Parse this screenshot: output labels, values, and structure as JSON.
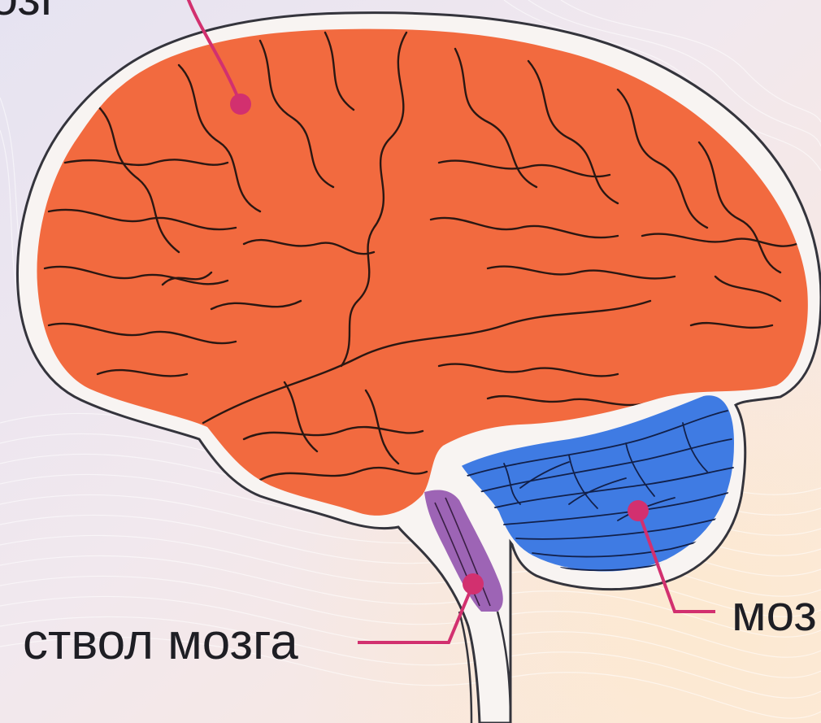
{
  "labels": {
    "top_partial": "мозг",
    "brainstem": "ствол мозга",
    "cerebellum_partial": "моз"
  },
  "colors": {
    "cerebrum": "#f26a3f",
    "cerebellum": "#3f7be3",
    "brainstem": "#9d64b5",
    "outline": "#34343c",
    "pointer": "#d2306f",
    "background_warm": "#fbe6d9",
    "background_cool": "#e4e1ef"
  }
}
